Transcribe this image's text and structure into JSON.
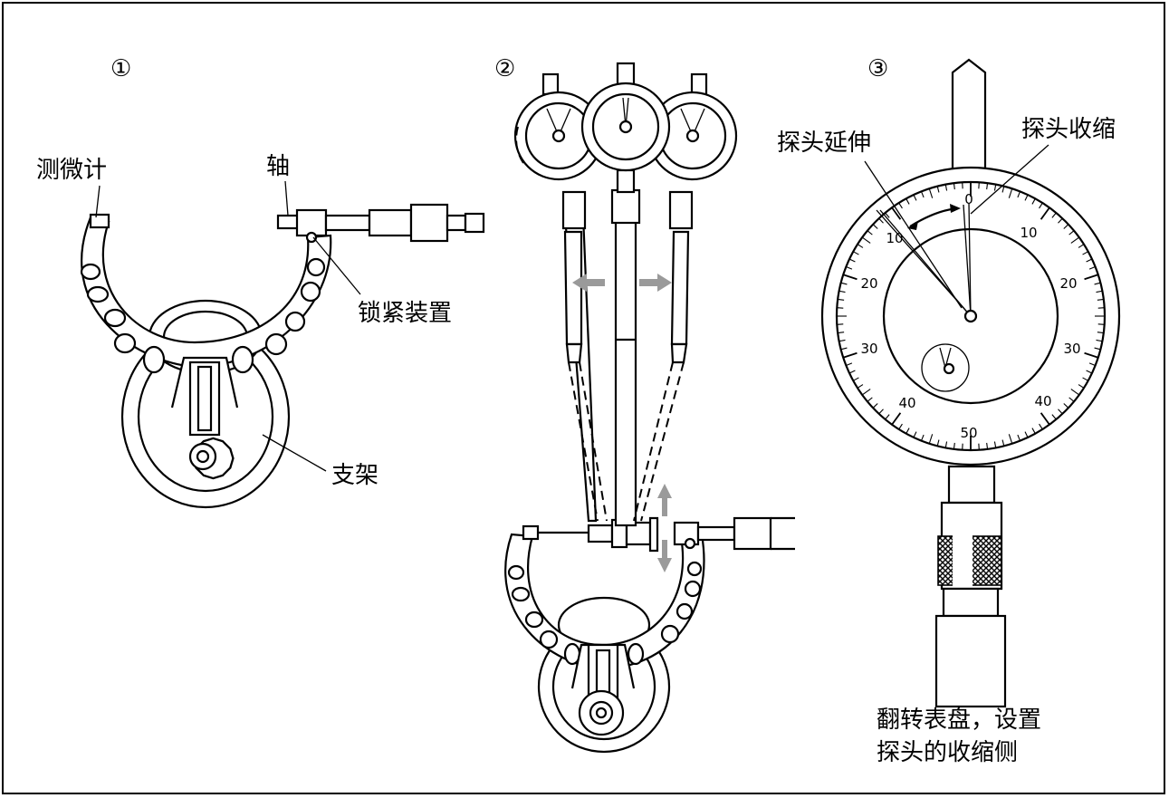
{
  "steps": {
    "step1": "①",
    "step2": "②",
    "step3": "③"
  },
  "labels": {
    "micrometer": "测微计",
    "spindle": "轴",
    "lock": "锁紧装置",
    "stand": "支架",
    "extend": "探头延伸",
    "retract": "探头收缩",
    "note_line1": "翻转表盘，设置",
    "note_line2": "探头的收缩侧"
  },
  "dial": {
    "top_zero": "0",
    "left_scale": [
      "10",
      "20",
      "30",
      "40"
    ],
    "right_scale": [
      "10",
      "20",
      "30",
      "40"
    ],
    "bottom": "50"
  },
  "colors": {
    "line": "#000000",
    "arrow_gray": "#9a9a9a",
    "background": "#ffffff"
  }
}
